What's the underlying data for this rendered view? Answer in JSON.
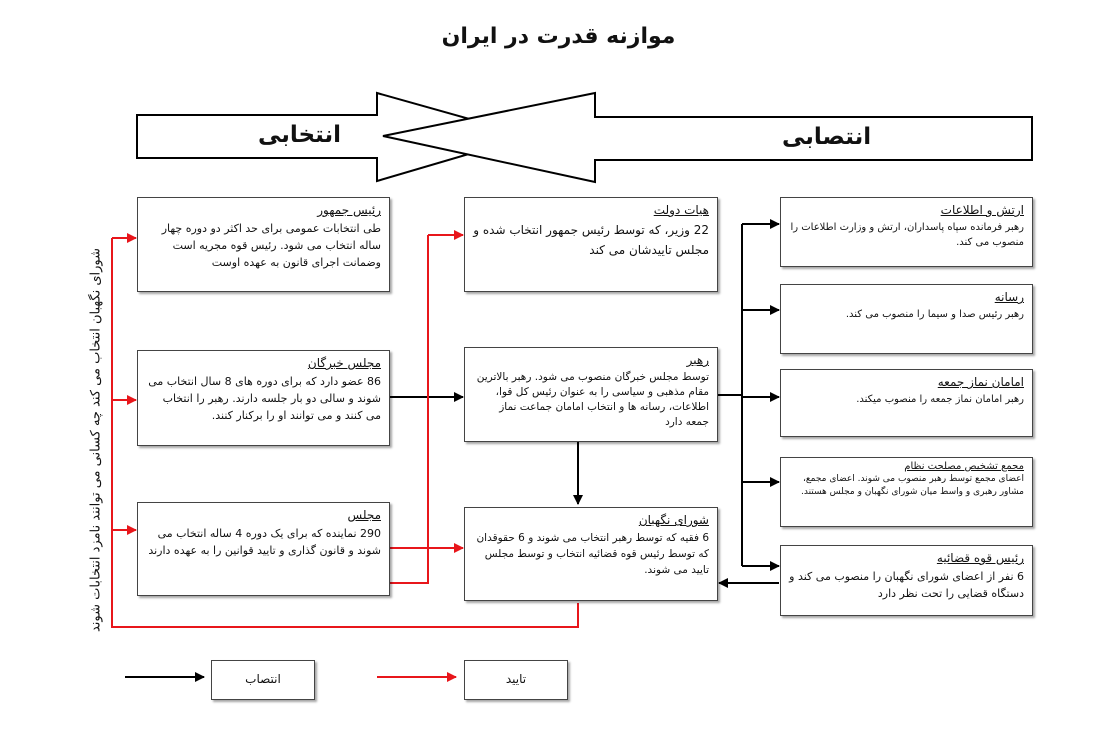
{
  "title": "موازنه قدرت در ایران",
  "arrows": {
    "left_label": "انتخابی",
    "right_label": "انتصابی"
  },
  "side_label": "شورای نگهبان انتخاب می کند چه کسانی می توانند نامزد انتخابات شوند",
  "boxes": {
    "president": {
      "title": "رئیس جمهور",
      "text": "طی انتخابات عمومی برای حد اکثر دو دوره چهار ساله انتخاب می شود. رئیس قوه مجریه است وضمانت اجرای قانون به عهده اوست"
    },
    "experts": {
      "title": "مجلس خبرگان",
      "text": "86 عضو دارد که برای دوره های 8 سال انتخاب می شوند و سالی دو بار جلسه دارند. رهبر را انتخاب می کنند و می توانند او را برکنار کنند."
    },
    "parliament": {
      "title": "مجلس",
      "text": "290 نماینده که برای یک دوره 4 ساله انتخاب می شوند و قانون گذاری و تایید قوانین را به عهده دارند"
    },
    "cabinet": {
      "title": "هیات دولت",
      "text": "22 وزیر، که توسط رئیس جمهور انتخاب شده و مجلس تاییدشان می کند"
    },
    "leader": {
      "title": "رهبر",
      "text": "توسط مجلس خبرگان منصوب می شود. رهبر بالاترین مقام مذهبی و سیاسی را به عنوان رئیس کل قوا، اطلاعات، رسانه ها و انتخاب امامان جماعت نماز جمعه دارد"
    },
    "guardian": {
      "title": "شورای نگهبان",
      "text": "6 فقیه که توسط رهبر انتخاب می شوند و 6 حقوقدان که توسط رئیس قوه قضائیه انتخاب و توسط مجلس تایید می شوند."
    },
    "army": {
      "title": "ارتش و اطلاعات",
      "text": "رهبر فرمانده سپاه پاسداران، ارتش و وزارت اطلاعات را منصوب می کند."
    },
    "media": {
      "title": "رسانه",
      "text": "رهبر رئیس صدا و سیما را منصوب می کند."
    },
    "imams": {
      "title": "امامان نماز جمعه",
      "text": "رهبر امامان نماز جمعه را منصوب میکند."
    },
    "expediency": {
      "title": "مجمع تشخیص مصلحت نظام",
      "text": "اعضای مجمع توسط رهبر منصوب می شوند. اعضای مجمع، مشاور رهبری و واسط میان شورای نگهبان و مجلس هستند."
    },
    "judiciary": {
      "title": "رئیس قوه قضائیه",
      "text": "6 نفر از اعضای شورای نگهبان را منصوب می کند و دستگاه قضایی را تحت نظر دارد"
    }
  },
  "legend": {
    "appoint": "انتصاب",
    "approve": "تایید"
  },
  "colors": {
    "appoint": "#000000",
    "approve": "#e8161b"
  }
}
